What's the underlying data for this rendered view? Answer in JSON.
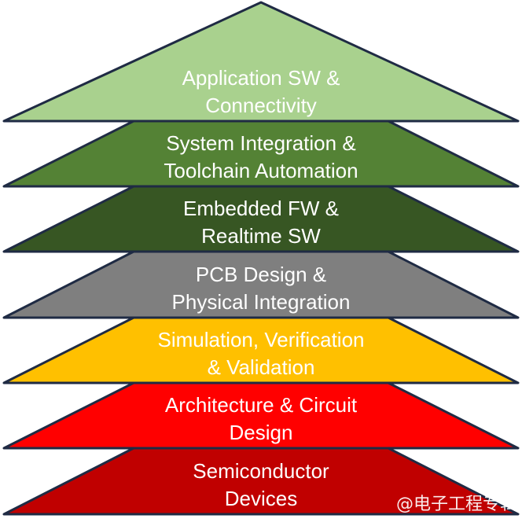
{
  "pyramid": {
    "layers": [
      {
        "line1": "Application SW &",
        "line2": "Connectivity",
        "color": "#a9d18e"
      },
      {
        "line1": "System Integration &",
        "line2": "Toolchain Automation",
        "color": "#548235"
      },
      {
        "line1": "Embedded FW &",
        "line2": "Realtime SW",
        "color": "#375623"
      },
      {
        "line1": "PCB Design &",
        "line2": "Physical Integration",
        "color": "#7f7f7f"
      },
      {
        "line1": "Simulation, Verification",
        "line2": "& Validation",
        "color": "#ffc000"
      },
      {
        "line1": "Architecture & Circuit",
        "line2": "Design",
        "color": "#ff0000"
      },
      {
        "line1": "Semiconductor",
        "line2": "Devices",
        "color": "#c00000"
      }
    ],
    "outline_color": "#1f2b44"
  },
  "watermark": {
    "text": "@电子工程专辑"
  }
}
